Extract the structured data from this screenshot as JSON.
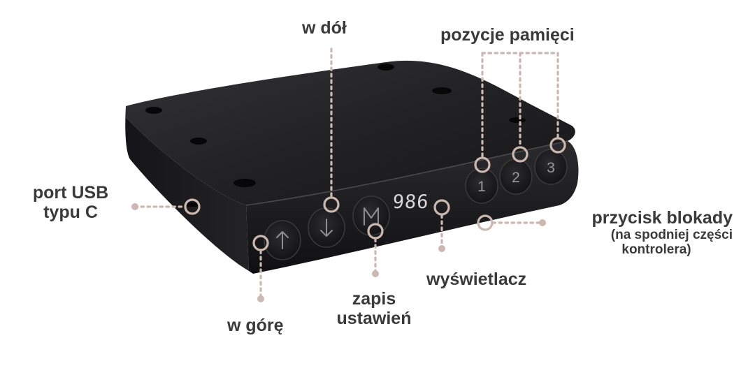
{
  "labels": {
    "w_dol": "w dół",
    "pozycje_pamieci": "pozycje pamięci",
    "port_usb_line1": "port USB",
    "port_usb_line2": "typu C",
    "przycisk_blokady_line1": "przycisk blokady",
    "przycisk_blokady_line2": "(na spodniej części",
    "przycisk_blokady_line3": "kontrolera)",
    "wyswietlacz": "wyświetlacz",
    "zapis_line1": "zapis",
    "zapis_line2": "ustawień",
    "w_gore": "w górę"
  },
  "device": {
    "display_value": "986",
    "memory_buttons": [
      "1",
      "2",
      "3"
    ]
  },
  "icons": {
    "up": "arrow-up-icon",
    "down": "arrow-down-icon",
    "memory": "memory-m-icon"
  },
  "colors": {
    "callout": "#cbb8b0",
    "label_text": "#3a3a3a",
    "device_body": "#1c1c1e",
    "display_digits": "#d8d8d8"
  }
}
